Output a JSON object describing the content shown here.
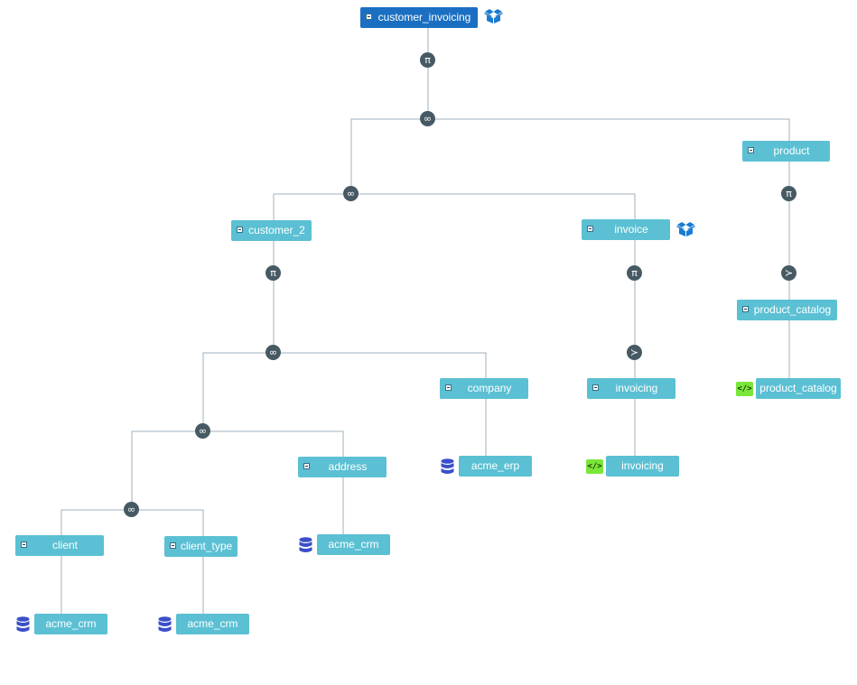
{
  "nodes": {
    "customer_invoicing": "customer_invoicing",
    "product": "product",
    "customer_2": "customer_2",
    "invoice": "invoice",
    "product_catalog": "product_catalog",
    "company": "company",
    "invoicing": "invoicing",
    "address": "address",
    "client": "client",
    "client_type": "client_type"
  },
  "sources": {
    "product_catalog_src": "product_catalog",
    "company_src": "acme_erp",
    "invoicing_src": "invoicing",
    "address_src": "acme_crm",
    "client_src": "acme_crm",
    "client_type_src": "acme_crm"
  },
  "operators": {
    "projection": "π",
    "join": "∞",
    "selection": "≻"
  },
  "colors": {
    "root_node": "#1a6fc2",
    "node": "#5bc0d3",
    "operator": "#475a63",
    "edge": "#9fb2bd",
    "database_icon": "#3a4fc9",
    "code_icon": "#7ae63a",
    "cache_icon": "#1a7ad1"
  },
  "icons": {
    "cache": "box-icon",
    "database": "database-icon",
    "code": "code-icon",
    "toggle": "collapse-icon"
  }
}
